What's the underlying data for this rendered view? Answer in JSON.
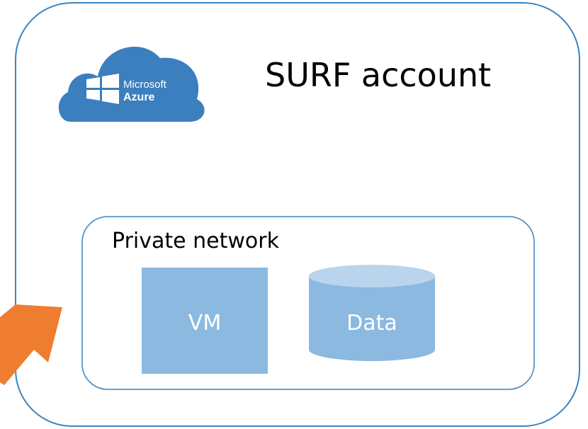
{
  "colors": {
    "outline": "#3a84c1",
    "cloud": "#3b7fbe",
    "vm_fill": "#8bb9e0",
    "cylinder_body": "#8bb9e0",
    "cylinder_top": "#b9d4ec",
    "arrow": "#ee7d2f",
    "title_text": "#000000",
    "inner_text": "#ffffff"
  },
  "account": {
    "title": "SURF account"
  },
  "azure_logo": {
    "line1": "Microsoft",
    "line2": "Azure",
    "icon": "windows-logo-icon"
  },
  "private_network": {
    "label": "Private network",
    "vm_label": "VM",
    "data_label": "Data",
    "data_icon": "database-cylinder-icon"
  },
  "arrow": {
    "icon": "arrow-icon"
  }
}
